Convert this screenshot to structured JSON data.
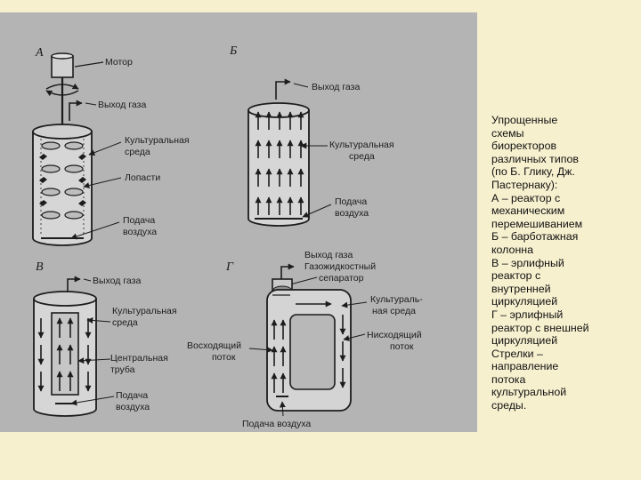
{
  "panels": {
    "a": {
      "letter": "А",
      "motor": "Мотор",
      "gas_out": "Выход газа",
      "medium_1": "Культуральная",
      "medium_2": "среда",
      "blades": "Лопасти",
      "air_1": "Подача",
      "air_2": "воздуха"
    },
    "b": {
      "letter": "Б",
      "gas_out": "Выход газа",
      "medium_1": "Культуральная",
      "medium_2": "среда",
      "air_1": "Подача",
      "air_2": "воздуха"
    },
    "v": {
      "letter": "В",
      "gas_out": "Выход газа",
      "medium_1": "Культуральная",
      "medium_2": "среда",
      "tube_1": "Центральная",
      "tube_2": "труба",
      "air_1": "Подача",
      "air_2": "воздуха"
    },
    "g": {
      "letter": "Г",
      "gas_out": "Выход газа",
      "separator_1": "Газожидкостный",
      "separator_2": "сепаратор",
      "medium_1": "Культураль-",
      "medium_2": "ная среда",
      "riser_1": "Восходящий",
      "riser_2": "поток",
      "downcomer_1": "Нисходящий",
      "downcomer_2": "поток",
      "air": "Подача воздуха"
    }
  },
  "caption": [
    "Упрощенные",
    "схемы",
    "биоректоров",
    "различных типов",
    "(по Б. Глику, Дж.",
    "Пастернаку):",
    "А – реактор с",
    "механическим",
    "перемешиванием",
    "Б – барботажная",
    "колонна",
    "В – эрлифный",
    "реактор с",
    "внутренней",
    "циркуляцией",
    "Г – эрлифный",
    "реактор с внешней",
    "циркуляцией",
    "Стрелки –",
    "направление",
    "потока",
    "культуральной",
    "среды."
  ]
}
